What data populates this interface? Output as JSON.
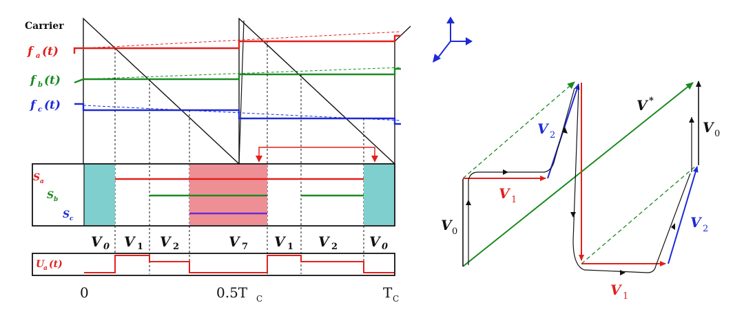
{
  "left": {
    "carrier_label": "Carrier",
    "fa_label": "f",
    "fa_sub": "a",
    "fa_arg": "(t)",
    "fb_label": "f",
    "fb_sub": "b",
    "fb_arg": "(t)",
    "fc_label": "f",
    "fc_sub": "c",
    "fc_arg": "(t)",
    "sa_label": "S",
    "sa_sub": "a",
    "sb_label": "S",
    "sb_sub": "b",
    "sc_label": "S",
    "sc_sub": "c",
    "ua_label": "U",
    "ua_sub": "a",
    "ua_arg": "(t)",
    "sectors": [
      {
        "main": "V",
        "sub": "0"
      },
      {
        "main": "V",
        "sub": "1"
      },
      {
        "main": "V",
        "sub": "2"
      },
      {
        "main": "V",
        "sub": "7"
      },
      {
        "main": "V",
        "sub": "1"
      },
      {
        "main": "V",
        "sub": "2"
      },
      {
        "main": "V",
        "sub": "0"
      }
    ],
    "time_labels": {
      "t0": "0",
      "t_half": "0.5T",
      "t_half_sub": "C",
      "t_full": "T",
      "t_full_sub": "C"
    }
  },
  "right": {
    "vstar": "V",
    "vstar_sup": "*",
    "v0_left": {
      "main": "V",
      "sub": "0"
    },
    "v0_right": {
      "main": "V",
      "sub": "0"
    },
    "v1_top": {
      "main": "V",
      "sub": "1"
    },
    "v1_bottom": {
      "main": "V",
      "sub": "1"
    },
    "v2_top": {
      "main": "V",
      "sub": "2"
    },
    "v2_bottom": {
      "main": "V",
      "sub": "2"
    }
  },
  "colors": {
    "phase_a": "#e0201c",
    "phase_b": "#1a8a22",
    "phase_c": "#1d2ad6",
    "zero_fill": "#7fcfcf",
    "v7_fill": "#ee8f95",
    "black": "#111111"
  }
}
